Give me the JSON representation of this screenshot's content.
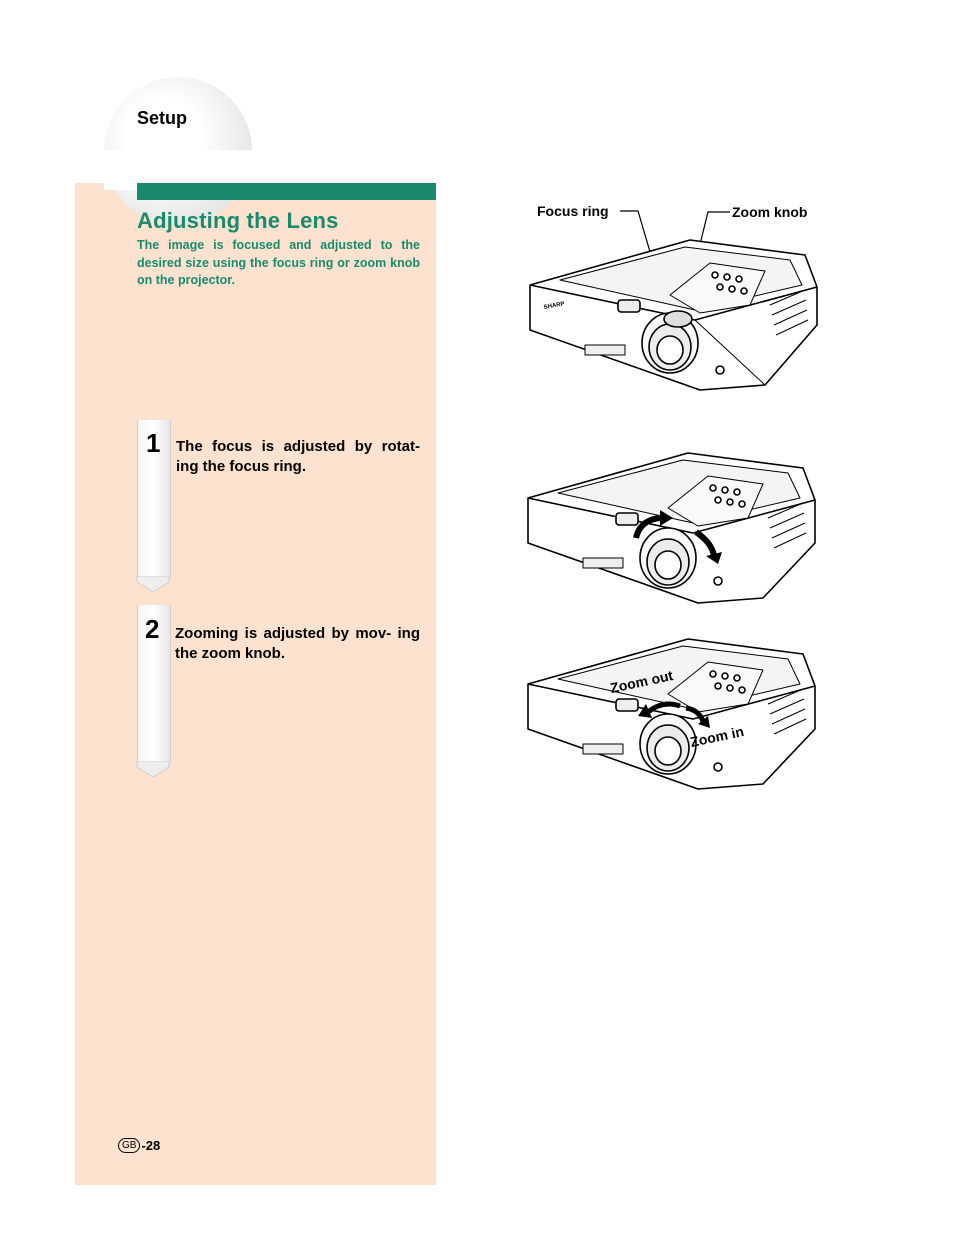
{
  "header": {
    "section": "Setup"
  },
  "article": {
    "title": "Adjusting the Lens",
    "intro": "The image is focused and adjusted to the desired size using the focus ring or zoom knob on the projector."
  },
  "steps": [
    {
      "number": "1",
      "text": "The focus is adjusted by rotat- ing the focus ring."
    },
    {
      "number": "2",
      "text": "Zooming is adjusted by mov- ing the zoom knob."
    }
  ],
  "figures": {
    "label_focus_ring": "Focus ring",
    "label_zoom_knob": "Zoom knob",
    "label_zoom_out": "Zoom out",
    "label_zoom_in": "Zoom in",
    "brand": "SHARP"
  },
  "footer": {
    "badge": "GB",
    "page": "-28"
  }
}
